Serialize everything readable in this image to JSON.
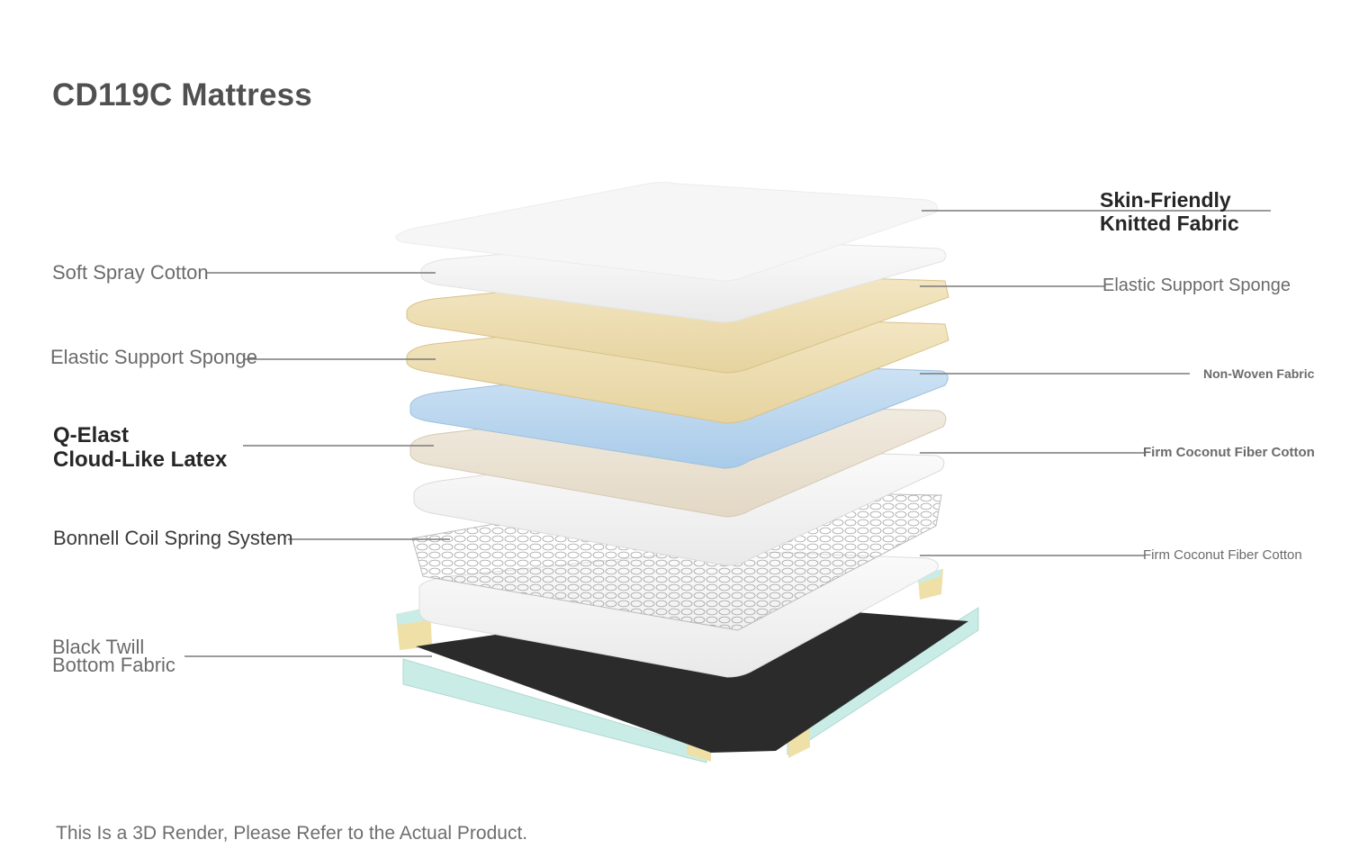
{
  "title": "CD119C Mattress",
  "disclaimer": "This Is a 3D Render, Please Refer to the Actual Product.",
  "labels_left": [
    {
      "id": "soft-spray-cotton",
      "line1": "Soft Spray Cotton",
      "line2": ""
    },
    {
      "id": "elastic-support-sponge-left",
      "line1": "Elastic Support Sponge",
      "line2": ""
    },
    {
      "id": "q-elast-latex",
      "line1": "Q-Elast",
      "line2": "Cloud-Like Latex"
    },
    {
      "id": "bonnell-coil",
      "line1": "Bonnell Coil Spring System",
      "line2": ""
    },
    {
      "id": "black-twill",
      "line1": "Black Twill",
      "line2": "Bottom Fabric"
    }
  ],
  "labels_right": [
    {
      "id": "skin-friendly-fabric",
      "line1": "Skin-Friendly",
      "line2": "Knitted Fabric"
    },
    {
      "id": "elastic-support-sponge-right",
      "line1": "Elastic Support Sponge",
      "line2": ""
    },
    {
      "id": "non-woven-fabric",
      "line1": "Non-Woven Fabric",
      "line2": ""
    },
    {
      "id": "firm-coconut-1",
      "line1": "Firm Coconut Fiber Cotton",
      "line2": ""
    },
    {
      "id": "firm-coconut-2",
      "line1": "Firm Coconut Fiber Cotton",
      "line2": ""
    }
  ],
  "colors": {
    "knit_fabric": "#f4f4f4",
    "sponge": "#eedfb4",
    "non_woven": "#b9d6ee",
    "latex": "#ece4d6",
    "coconut": "#efefef",
    "bottom_fabric": "#2b2b2b",
    "frame_foam": "#c9ede6",
    "leader_line": "#7a7a7a"
  }
}
